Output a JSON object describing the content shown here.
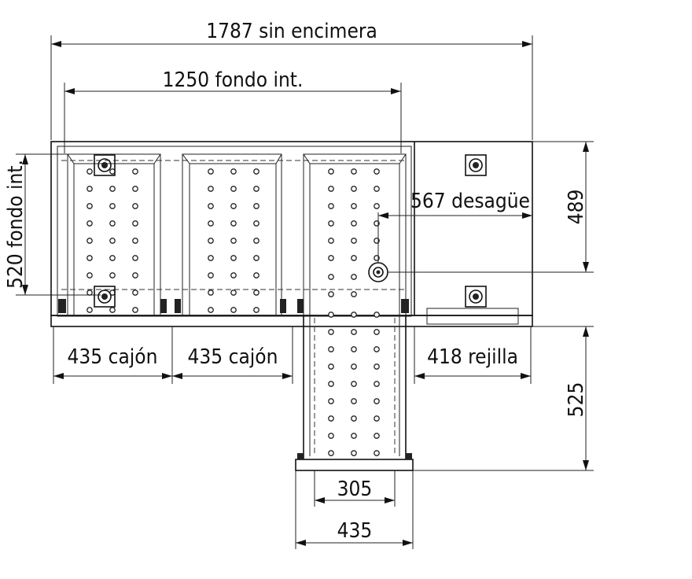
{
  "dimensions": {
    "total_width": "1787 sin encimera",
    "inner_depth_top": "1250 fondo int.",
    "inner_depth_left": "520 fondo int.",
    "drain": "567 desagüe",
    "right_height": "489",
    "drawer_1": "435 cajón",
    "drawer_2": "435 cajón",
    "grille": "418 rejilla",
    "extension_height": "525",
    "inner_width_ext": "305",
    "outer_width_ext": "435"
  }
}
